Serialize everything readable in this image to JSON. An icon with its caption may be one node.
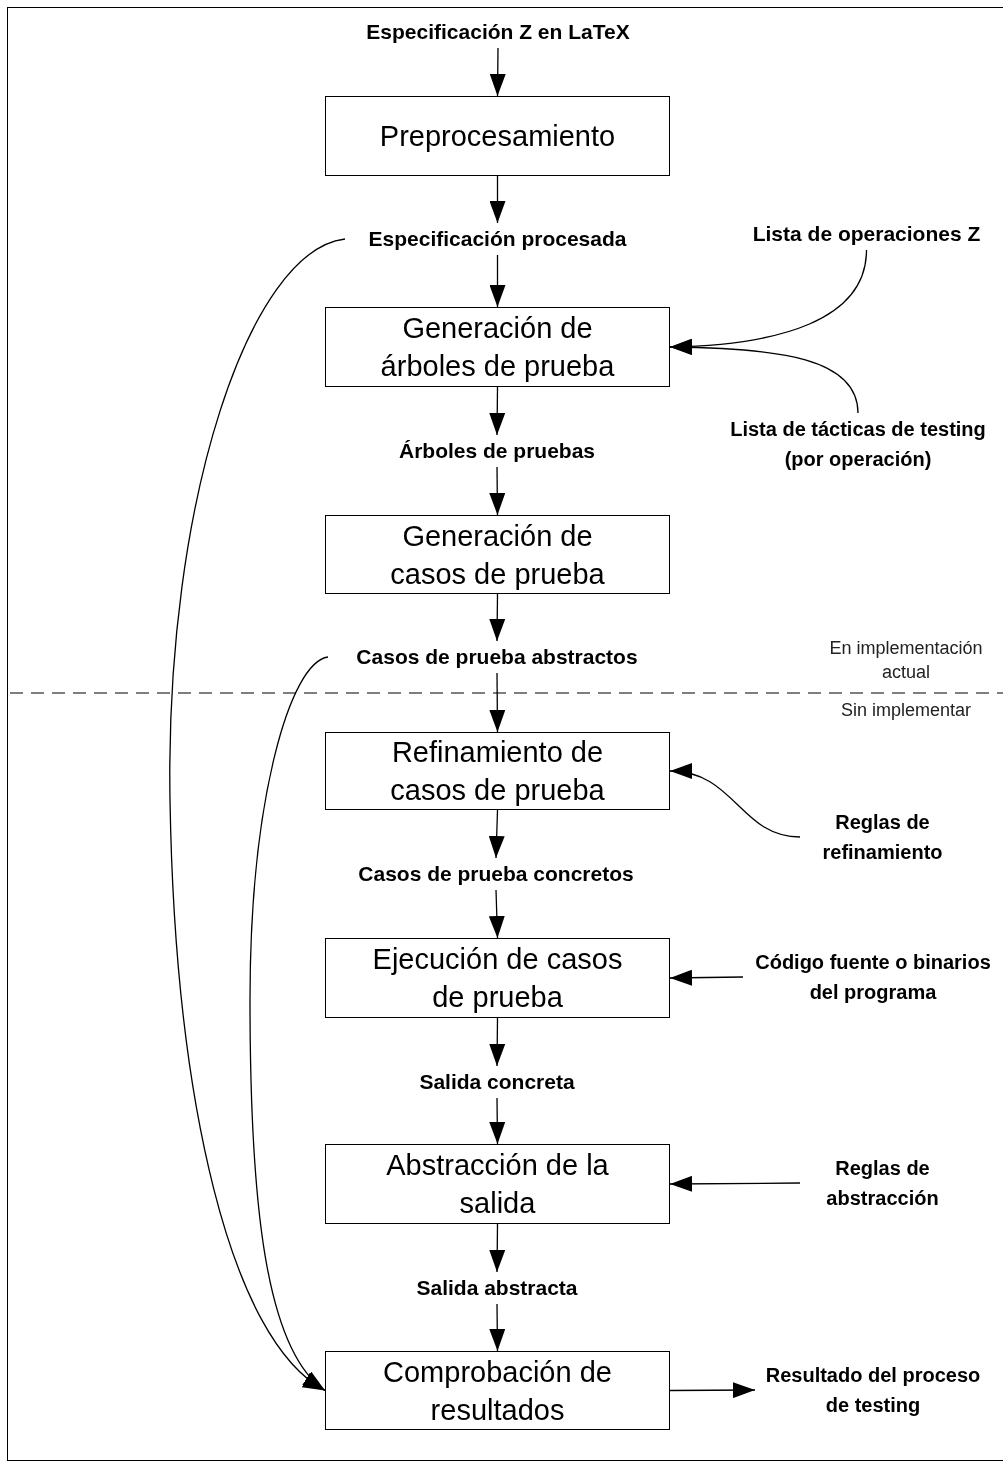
{
  "diagram": {
    "nodes": [
      {
        "text": [
          "Especificación Z en LaTeX"
        ]
      },
      {
        "text": [
          "Preprocesamiento"
        ]
      },
      {
        "text": [
          "Especificación procesada"
        ]
      },
      {
        "text": [
          "Lista de operaciones Z"
        ]
      },
      {
        "text": [
          "Generación de árboles de prueba"
        ]
      },
      {
        "text": [
          "Lista de tácticas de testing (por operación)"
        ]
      },
      {
        "text": [
          "Árboles de pruebas"
        ]
      },
      {
        "text": [
          "Generación de casos de prueba"
        ]
      },
      {
        "text": [
          "Casos de prueba abstractos"
        ]
      },
      {
        "text": [
          "Refinamiento de casos de prueba"
        ]
      },
      {
        "text": [
          "Reglas de refinamiento"
        ]
      },
      {
        "text": [
          "Casos de prueba concretos"
        ]
      },
      {
        "text": [
          "Ejecución de casos de prueba"
        ]
      },
      {
        "text": [
          "Código fuente o binarios del programa"
        ]
      },
      {
        "text": [
          "Salida concreta"
        ]
      },
      {
        "text": [
          "Abstracción de la salida"
        ]
      },
      {
        "text": [
          "Reglas de abstracción"
        ]
      },
      {
        "text": [
          "Salida abstracta"
        ]
      },
      {
        "text": [
          "Comprobación de resultados"
        ]
      },
      {
        "text": [
          "Resultado del proceso de testing"
        ]
      }
    ],
    "edges": [
      {
        "from": 0,
        "to": 1,
        "arrow": "to"
      },
      {
        "from": 1,
        "to": 2,
        "arrow": "to"
      },
      {
        "from": 2,
        "to": 4,
        "arrow": "to"
      },
      {
        "from": 3,
        "to": 4,
        "arrow": "to"
      },
      {
        "from": 5,
        "to": 4,
        "arrow": "to"
      },
      {
        "from": 4,
        "to": 6,
        "arrow": "to"
      },
      {
        "from": 6,
        "to": 7,
        "arrow": "to"
      },
      {
        "from": 7,
        "to": 8,
        "arrow": "to"
      },
      {
        "from": 8,
        "to": 9,
        "arrow": "to"
      },
      {
        "from": 9,
        "to": 11,
        "arrow": "to"
      },
      {
        "from": 10,
        "to": 9,
        "arrow": "to"
      },
      {
        "from": 11,
        "to": 12,
        "arrow": "to"
      },
      {
        "from": 13,
        "to": 12,
        "arrow": "to"
      },
      {
        "from": 12,
        "to": 14,
        "arrow": "to"
      },
      {
        "from": 14,
        "to": 15,
        "arrow": "to"
      },
      {
        "from": 16,
        "to": 15,
        "arrow": "to"
      },
      {
        "from": 15,
        "to": 17,
        "arrow": "to"
      },
      {
        "from": 17,
        "to": 18,
        "arrow": "to"
      },
      {
        "from": 2,
        "to": 18,
        "arrow": "to"
      },
      {
        "from": 8,
        "to": 18,
        "arrow": "to"
      },
      {
        "from": 18,
        "to": 19,
        "arrow": "to"
      }
    ],
    "labels": [
      "En implementación actual",
      "Sin implementar"
    ]
  }
}
